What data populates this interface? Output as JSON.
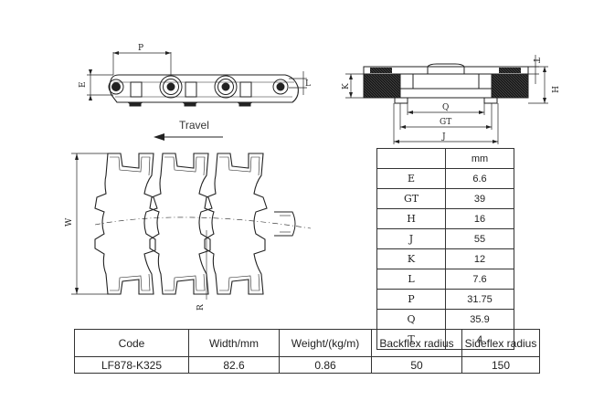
{
  "side_view": {
    "dim_p": "P",
    "dim_e": "E",
    "dim_l": "L"
  },
  "travel": {
    "label": "Travel"
  },
  "top_view": {
    "dim_w": "W",
    "dim_r": "R"
  },
  "cross_section": {
    "dim_t": "T",
    "dim_k": "K",
    "dim_h": "H",
    "dim_q": "Q",
    "dim_gt": "GT",
    "dim_j": "J"
  },
  "dimensions_table": {
    "unit": "mm",
    "rows": [
      {
        "key": "E",
        "value": "6.6"
      },
      {
        "key": "GT",
        "value": "39"
      },
      {
        "key": "H",
        "value": "16"
      },
      {
        "key": "J",
        "value": "55"
      },
      {
        "key": "K",
        "value": "12"
      },
      {
        "key": "L",
        "value": "7.6"
      },
      {
        "key": "P",
        "value": "31.75"
      },
      {
        "key": "Q",
        "value": "35.9"
      },
      {
        "key": "T",
        "value": "4"
      }
    ]
  },
  "spec_table": {
    "headers": [
      "Code",
      "Width/mm",
      "Weight/(kg/m)",
      "Backflex radius",
      "Sideflex radius"
    ],
    "values": [
      "LF878-K325",
      "82.6",
      "0.86",
      "50",
      "150"
    ]
  }
}
